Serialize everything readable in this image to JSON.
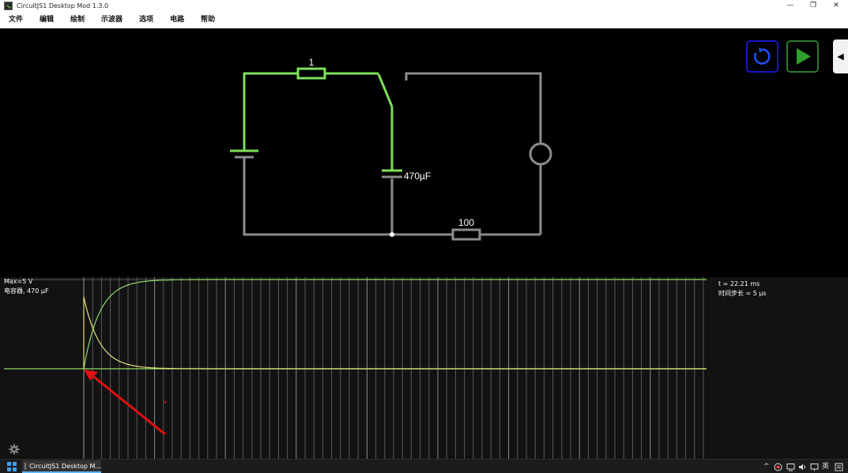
{
  "window": {
    "title": "CircuitJS1 Desktop Mod 1.3.0",
    "minimize_glyph": "—",
    "restore_glyph": "❐",
    "close_glyph": "✕"
  },
  "menu": [
    "文件",
    "编辑",
    "绘制",
    "示波器",
    "选项",
    "电路",
    "帮助"
  ],
  "circuit": {
    "resistor_top_label": "1",
    "capacitor_label": "470µF",
    "resistor_bottom_label": "100",
    "colors": {
      "active_wire": "#7ee05a",
      "inactive_wire": "#8c8c8c"
    }
  },
  "controls": {
    "reset_icon": "reset-icon",
    "run_icon": "play-icon",
    "side_toggle_glyph": "◀"
  },
  "scope": {
    "max_label": "Max=5 V",
    "channel_label": "电容器, 470 µF",
    "time_label": "t = 22.21 ms",
    "timestep_label": "时间步长 = 5 µs",
    "trace_colors": {
      "voltage": "#8fdc6a",
      "current": "#e6e07a"
    }
  },
  "taskbar": {
    "app_label": "CircuitJS1 Desktop M...",
    "tray_chevron": "^",
    "tray_lang": "英"
  }
}
